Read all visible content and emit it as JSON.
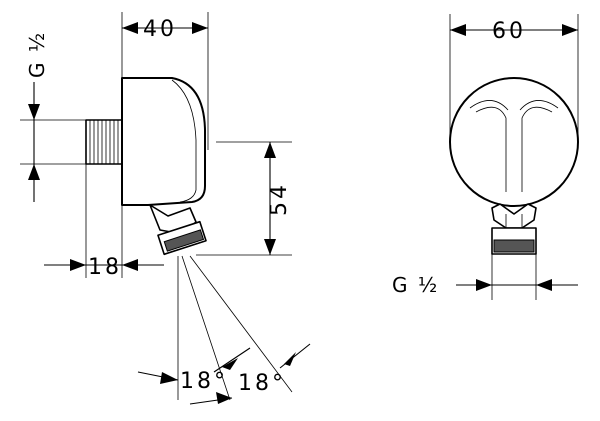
{
  "side_view": {
    "dim_width": "40",
    "dim_thread": "G ½",
    "dim_height": "54",
    "dim_depth": "18",
    "dim_angle_1": "18°",
    "dim_angle_2": "18°"
  },
  "front_view": {
    "dim_width": "60",
    "dim_thread": "G ½"
  }
}
